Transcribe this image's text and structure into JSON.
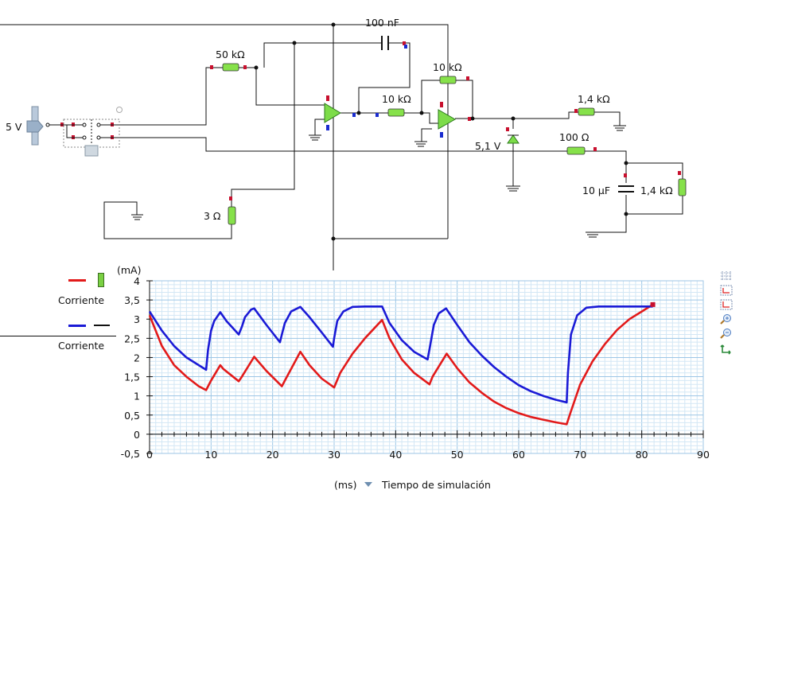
{
  "circuit": {
    "source_label": "5 V",
    "r1_label": "50 kΩ",
    "c1_label": "100 nF",
    "r2_label": "10 kΩ",
    "r3_label": "10 kΩ",
    "r4_label": "1,4 kΩ",
    "zener_label": "5,1 V",
    "r5_label": "100 Ω",
    "c2_label": "10 µF",
    "r6_label": "1,4 kΩ",
    "r7_label": "3 Ω"
  },
  "legend": [
    {
      "label": "Corriente",
      "color": "#e21a1a"
    },
    {
      "label": "Corriente",
      "color": "#1a1ad6"
    }
  ],
  "toolbar": {
    "icons": [
      "grid-icon",
      "autoscale-x-icon",
      "autoscale-y-icon",
      "zoom-in-icon",
      "zoom-out-icon",
      "reset-view-icon"
    ]
  },
  "chart_data": {
    "type": "line",
    "y_unit": "(mA)",
    "x_unit": "(ms)",
    "x_quantity": "Tiempo de simulación",
    "xlim": [
      0,
      90
    ],
    "ylim": [
      -0.5,
      4
    ],
    "x_ticks": [
      "0",
      "10",
      "20",
      "30",
      "40",
      "50",
      "60",
      "70",
      "80",
      "90"
    ],
    "y_ticks": [
      "4",
      "3,5",
      "3",
      "2,5",
      "2",
      "1,5",
      "1",
      "0,5",
      "0",
      "-0,5"
    ],
    "grid": true,
    "series": [
      {
        "color": "#e21a1a",
        "x": [
          0,
          2,
          4,
          6,
          8,
          9.2,
          10,
          11.5,
          12,
          14.5,
          15,
          17,
          19,
          21.5,
          22,
          24.5,
          26,
          28,
          30,
          31,
          33,
          35,
          37.8,
          39,
          41,
          43,
          45.5,
          46,
          48.3,
          50,
          52,
          54,
          56,
          58,
          60,
          62,
          64,
          66,
          67.8,
          68.5,
          70,
          72,
          74,
          76,
          78,
          80,
          81.8
        ],
        "y": [
          3.1,
          2.3,
          1.8,
          1.5,
          1.25,
          1.15,
          1.4,
          1.8,
          1.7,
          1.38,
          1.5,
          2.02,
          1.65,
          1.25,
          1.4,
          2.15,
          1.8,
          1.45,
          1.22,
          1.6,
          2.1,
          2.5,
          2.98,
          2.5,
          1.95,
          1.6,
          1.3,
          1.5,
          2.1,
          1.72,
          1.35,
          1.08,
          0.85,
          0.68,
          0.55,
          0.45,
          0.38,
          0.31,
          0.26,
          0.6,
          1.3,
          1.9,
          2.35,
          2.72,
          3.0,
          3.2,
          3.38
        ]
      },
      {
        "color": "#1a1ad6",
        "x": [
          0,
          2,
          4,
          6,
          8,
          9.2,
          9.5,
          10,
          10.5,
          11.5,
          12.5,
          14.5,
          15,
          15.5,
          16.5,
          17,
          19,
          21.2,
          21.5,
          22,
          23,
          24.5,
          26,
          28,
          29.8,
          30,
          30.5,
          31.5,
          33,
          35,
          37.8,
          39,
          41,
          43,
          45.2,
          45.6,
          46.2,
          47,
          48.2,
          50,
          52,
          54,
          56,
          58,
          60,
          62,
          64,
          66,
          67.8,
          68,
          68.5,
          69.5,
          71,
          73,
          76,
          80,
          81.8
        ],
        "y": [
          3.2,
          2.7,
          2.3,
          2.0,
          1.8,
          1.68,
          2.2,
          2.7,
          2.95,
          3.18,
          2.95,
          2.6,
          2.8,
          3.05,
          3.25,
          3.28,
          2.85,
          2.4,
          2.6,
          2.9,
          3.2,
          3.32,
          3.05,
          2.65,
          2.28,
          2.5,
          2.95,
          3.2,
          3.32,
          3.33,
          3.33,
          2.9,
          2.45,
          2.15,
          1.95,
          2.3,
          2.85,
          3.15,
          3.28,
          2.85,
          2.4,
          2.05,
          1.75,
          1.5,
          1.28,
          1.12,
          1.0,
          0.9,
          0.83,
          1.6,
          2.6,
          3.1,
          3.3,
          3.33,
          3.33,
          3.33,
          3.33
        ]
      }
    ]
  }
}
